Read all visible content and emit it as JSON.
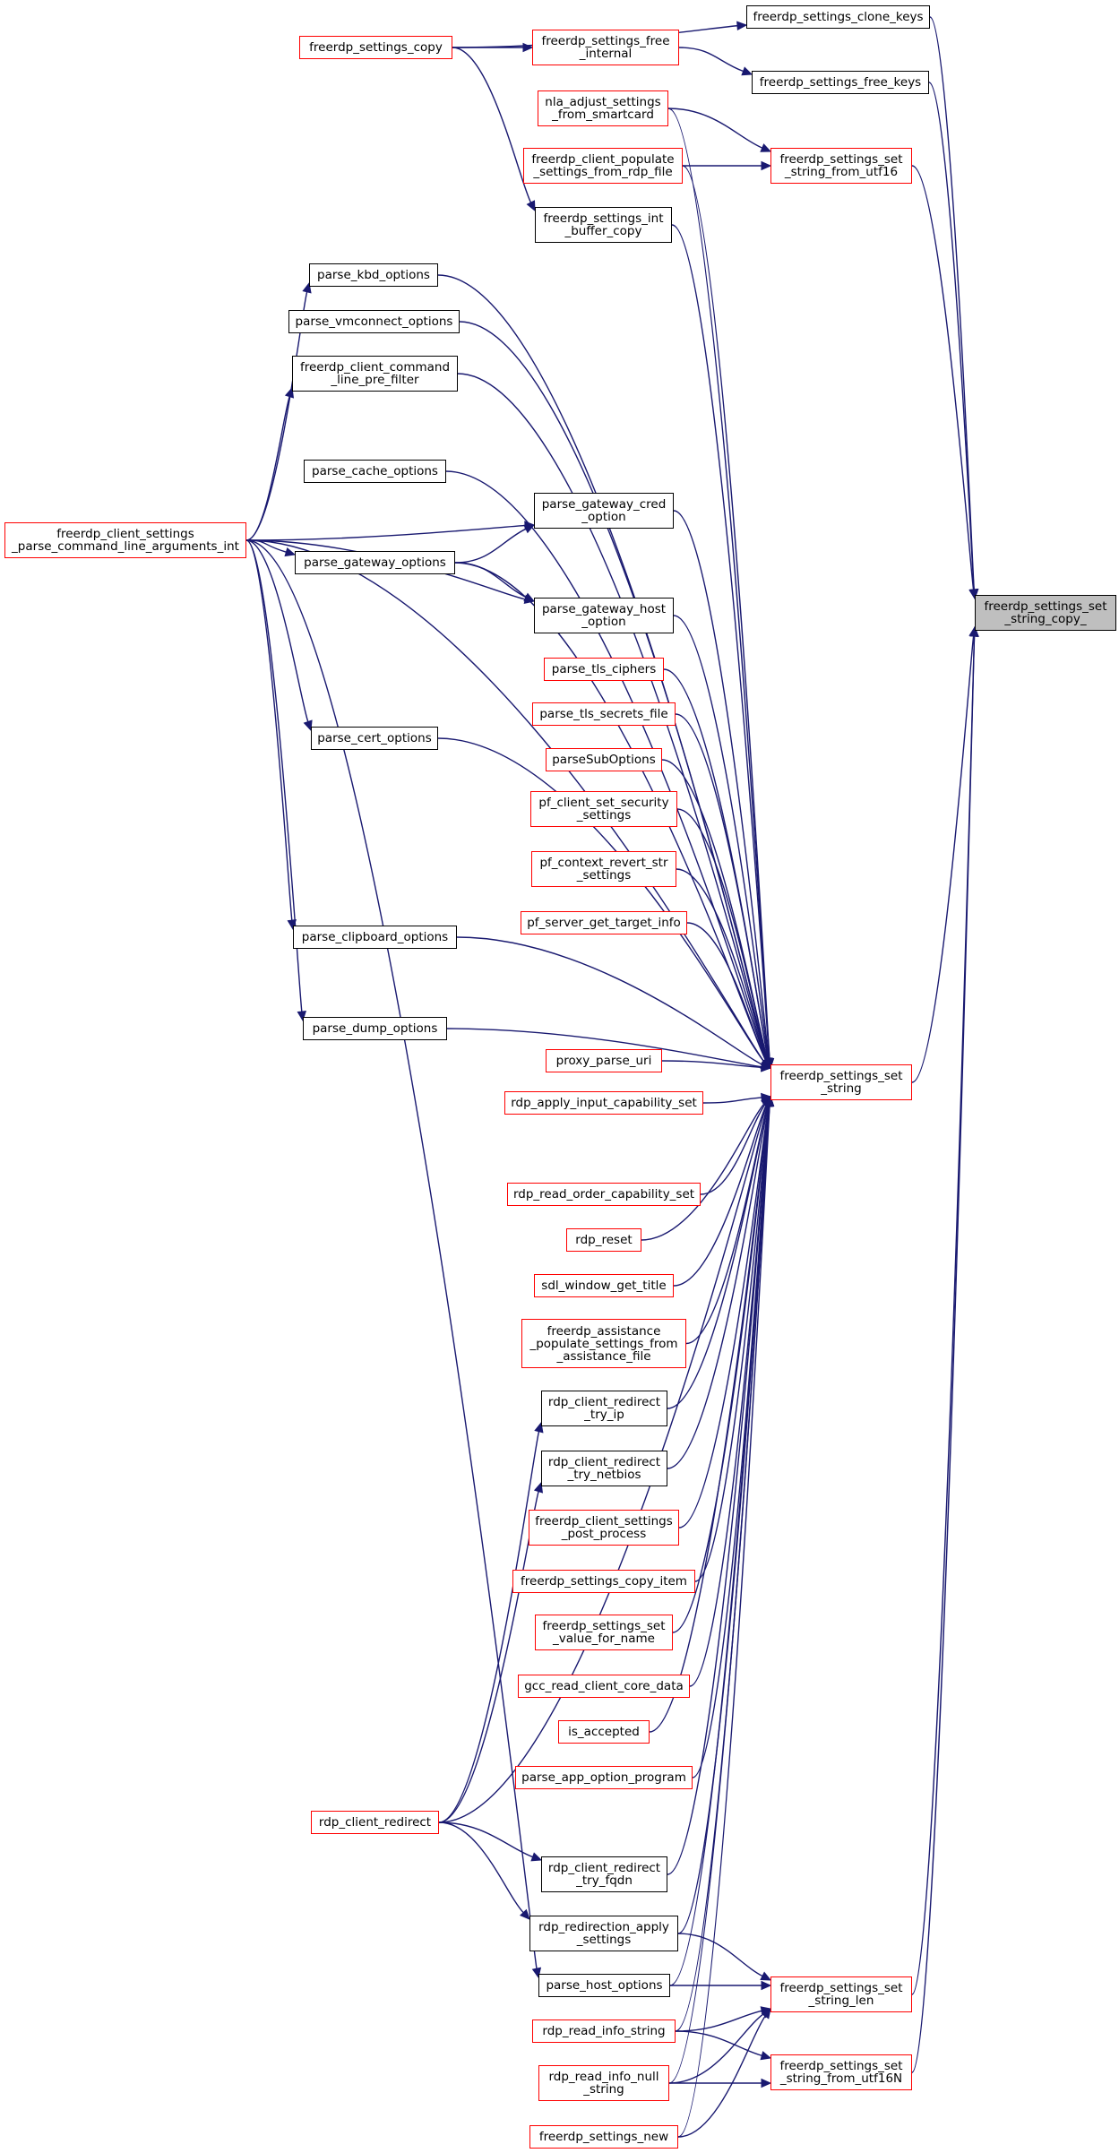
{
  "diagram": {
    "kind": "caller-graph",
    "colors": {
      "edge": "#191970",
      "border_default": "#000000",
      "border_no_doc": "#ff0000",
      "focus_fill": "#bfbfbf"
    },
    "nodes": [
      {
        "id": "target",
        "label": "freerdp_settings_set\n_string_copy_",
        "style": "focus"
      },
      {
        "id": "clone_keys",
        "label": "freerdp_settings_clone_keys",
        "style": "black"
      },
      {
        "id": "copy",
        "label": "freerdp_settings_copy",
        "style": "red"
      },
      {
        "id": "free_internal",
        "label": "freerdp_settings_free\n_internal",
        "style": "red"
      },
      {
        "id": "free_keys",
        "label": "freerdp_settings_free_keys",
        "style": "black"
      },
      {
        "id": "nla_adjust",
        "label": "nla_adjust_settings\n_from_smartcard",
        "style": "red"
      },
      {
        "id": "set_string_from_utf16",
        "label": "freerdp_settings_set\n_string_from_utf16",
        "style": "red"
      },
      {
        "id": "populate_rdp",
        "label": "freerdp_client_populate\n_settings_from_rdp_file",
        "style": "red"
      },
      {
        "id": "int_buffer_copy",
        "label": "freerdp_settings_int\n_buffer_copy",
        "style": "black"
      },
      {
        "id": "kbd",
        "label": "parse_kbd_options",
        "style": "black"
      },
      {
        "id": "vmconnect",
        "label": "parse_vmconnect_options",
        "style": "black"
      },
      {
        "id": "cmdline_prefilter",
        "label": "freerdp_client_command\n_line_pre_filter",
        "style": "black"
      },
      {
        "id": "cache",
        "label": "parse_cache_options",
        "style": "black"
      },
      {
        "id": "parse_cli",
        "label": "freerdp_client_settings\n_parse_command_line_arguments_int",
        "style": "red"
      },
      {
        "id": "gw_cred",
        "label": "parse_gateway_cred\n_option",
        "style": "black"
      },
      {
        "id": "gateway",
        "label": "parse_gateway_options",
        "style": "black"
      },
      {
        "id": "gw_host",
        "label": "parse_gateway_host\n_option",
        "style": "black"
      },
      {
        "id": "tls_ciphers",
        "label": "parse_tls_ciphers",
        "style": "red"
      },
      {
        "id": "tls_secrets",
        "label": "parse_tls_secrets_file",
        "style": "red"
      },
      {
        "id": "cert",
        "label": "parse_cert_options",
        "style": "black"
      },
      {
        "id": "suboptions",
        "label": "parseSubOptions",
        "style": "red"
      },
      {
        "id": "pf_security",
        "label": "pf_client_set_security\n_settings",
        "style": "red"
      },
      {
        "id": "pf_revert",
        "label": "pf_context_revert_str\n_settings",
        "style": "red"
      },
      {
        "id": "pf_target",
        "label": "pf_server_get_target_info",
        "style": "red"
      },
      {
        "id": "clipboard",
        "label": "parse_clipboard_options",
        "style": "black"
      },
      {
        "id": "dump",
        "label": "parse_dump_options",
        "style": "black"
      },
      {
        "id": "proxy_uri",
        "label": "proxy_parse_uri",
        "style": "red"
      },
      {
        "id": "set_string",
        "label": "freerdp_settings_set\n_string",
        "style": "red"
      },
      {
        "id": "input_cap",
        "label": "rdp_apply_input_capability_set",
        "style": "red"
      },
      {
        "id": "order_cap",
        "label": "rdp_read_order_capability_set",
        "style": "red"
      },
      {
        "id": "rdp_reset",
        "label": "rdp_reset",
        "style": "red"
      },
      {
        "id": "sdl_title",
        "label": "sdl_window_get_title",
        "style": "red"
      },
      {
        "id": "assistance",
        "label": "freerdp_assistance\n_populate_settings_from\n_assistance_file",
        "style": "red"
      },
      {
        "id": "redir_ip",
        "label": "rdp_client_redirect\n_try_ip",
        "style": "black"
      },
      {
        "id": "redir_netbios",
        "label": "rdp_client_redirect\n_try_netbios",
        "style": "black"
      },
      {
        "id": "post_process",
        "label": "freerdp_client_settings\n_post_process",
        "style": "red"
      },
      {
        "id": "copy_item",
        "label": "freerdp_settings_copy_item",
        "style": "red"
      },
      {
        "id": "value_for_name",
        "label": "freerdp_settings_set\n_value_for_name",
        "style": "red"
      },
      {
        "id": "gcc_core",
        "label": "gcc_read_client_core_data",
        "style": "red"
      },
      {
        "id": "is_accepted",
        "label": "is_accepted",
        "style": "red"
      },
      {
        "id": "app_program",
        "label": "parse_app_option_program",
        "style": "red"
      },
      {
        "id": "client_redirect",
        "label": "rdp_client_redirect",
        "style": "red"
      },
      {
        "id": "redir_fqdn",
        "label": "rdp_client_redirect\n_try_fqdn",
        "style": "black"
      },
      {
        "id": "redirection_apply",
        "label": "rdp_redirection_apply\n_settings",
        "style": "black"
      },
      {
        "id": "host",
        "label": "parse_host_options",
        "style": "black"
      },
      {
        "id": "set_string_len",
        "label": "freerdp_settings_set\n_string_len",
        "style": "red"
      },
      {
        "id": "info_string",
        "label": "rdp_read_info_string",
        "style": "red"
      },
      {
        "id": "set_string_from_utf16n",
        "label": "freerdp_settings_set\n_string_from_utf16N",
        "style": "red"
      },
      {
        "id": "info_null_string",
        "label": "rdp_read_info_null\n_string",
        "style": "red"
      },
      {
        "id": "settings_new",
        "label": "freerdp_settings_new",
        "style": "red"
      }
    ],
    "edges": [
      [
        "copy",
        "clone_keys"
      ],
      [
        "copy",
        "free_internal"
      ],
      [
        "copy",
        "int_buffer_copy"
      ],
      [
        "free_internal",
        "free_keys"
      ],
      [
        "clone_keys",
        "target"
      ],
      [
        "free_keys",
        "target"
      ],
      [
        "set_string_from_utf16",
        "target"
      ],
      [
        "set_string",
        "target"
      ],
      [
        "set_string_len",
        "target"
      ],
      [
        "set_string_from_utf16n",
        "target"
      ],
      [
        "nla_adjust",
        "set_string_from_utf16"
      ],
      [
        "populate_rdp",
        "set_string_from_utf16"
      ],
      [
        "parse_cli",
        "kbd"
      ],
      [
        "parse_cli",
        "cmdline_prefilter"
      ],
      [
        "parse_cli",
        "gw_cred"
      ],
      [
        "parse_cli",
        "gateway"
      ],
      [
        "parse_cli",
        "gw_host"
      ],
      [
        "parse_cli",
        "cert"
      ],
      [
        "parse_cli",
        "clipboard"
      ],
      [
        "parse_cli",
        "dump"
      ],
      [
        "parse_cli",
        "host"
      ],
      [
        "parse_cli",
        "set_string"
      ],
      [
        "gateway",
        "gw_cred"
      ],
      [
        "gateway",
        "gw_host"
      ],
      [
        "gateway",
        "set_string"
      ],
      [
        "client_redirect",
        "redir_ip"
      ],
      [
        "client_redirect",
        "redir_netbios"
      ],
      [
        "client_redirect",
        "redir_fqdn"
      ],
      [
        "client_redirect",
        "redirection_apply"
      ],
      [
        "client_redirect",
        "set_string"
      ],
      [
        "nla_adjust",
        "set_string"
      ],
      [
        "populate_rdp",
        "set_string"
      ],
      [
        "int_buffer_copy",
        "set_string"
      ],
      [
        "kbd",
        "set_string"
      ],
      [
        "vmconnect",
        "set_string"
      ],
      [
        "cmdline_prefilter",
        "set_string"
      ],
      [
        "cache",
        "set_string"
      ],
      [
        "gw_cred",
        "set_string"
      ],
      [
        "gw_host",
        "set_string"
      ],
      [
        "tls_ciphers",
        "set_string"
      ],
      [
        "tls_secrets",
        "set_string"
      ],
      [
        "cert",
        "set_string"
      ],
      [
        "suboptions",
        "set_string"
      ],
      [
        "pf_security",
        "set_string"
      ],
      [
        "pf_revert",
        "set_string"
      ],
      [
        "pf_target",
        "set_string"
      ],
      [
        "clipboard",
        "set_string"
      ],
      [
        "dump",
        "set_string"
      ],
      [
        "proxy_uri",
        "set_string"
      ],
      [
        "input_cap",
        "set_string"
      ],
      [
        "order_cap",
        "set_string"
      ],
      [
        "rdp_reset",
        "set_string"
      ],
      [
        "sdl_title",
        "set_string"
      ],
      [
        "assistance",
        "set_string"
      ],
      [
        "redir_ip",
        "set_string"
      ],
      [
        "redir_netbios",
        "set_string"
      ],
      [
        "post_process",
        "set_string"
      ],
      [
        "copy_item",
        "set_string"
      ],
      [
        "value_for_name",
        "set_string"
      ],
      [
        "gcc_core",
        "set_string"
      ],
      [
        "is_accepted",
        "set_string"
      ],
      [
        "app_program",
        "set_string"
      ],
      [
        "redir_fqdn",
        "set_string"
      ],
      [
        "redirection_apply",
        "set_string"
      ],
      [
        "host",
        "set_string"
      ],
      [
        "info_string",
        "set_string"
      ],
      [
        "info_null_string",
        "set_string"
      ],
      [
        "settings_new",
        "set_string"
      ],
      [
        "redirection_apply",
        "set_string_len"
      ],
      [
        "host",
        "set_string_len"
      ],
      [
        "info_string",
        "set_string_len"
      ],
      [
        "info_null_string",
        "set_string_len"
      ],
      [
        "settings_new",
        "set_string_len"
      ],
      [
        "info_string",
        "set_string_from_utf16n"
      ],
      [
        "info_null_string",
        "set_string_from_utf16n"
      ]
    ]
  }
}
